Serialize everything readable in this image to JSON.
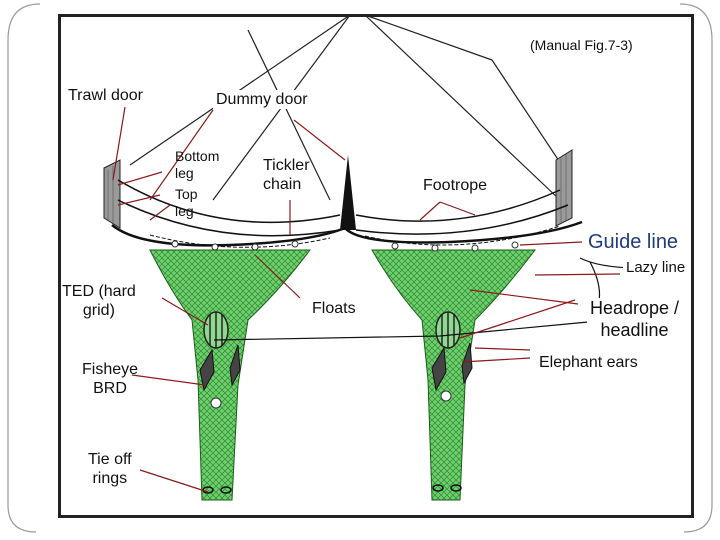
{
  "figure": {
    "caption": "(Manual Fig.7-3)",
    "labels": {
      "trawl_door": "Trawl door",
      "dummy_door": "Dummy door",
      "bottom_leg": "Bottom\nleg",
      "top_leg": "Top\nleg",
      "tickler_chain": "Tickler\nchain",
      "footrope": "Footrope",
      "guide_line": "Guide line",
      "lazy_line": "Lazy line",
      "ted": "TED (hard\ngrid)",
      "floats": "Floats",
      "headrope": "Headrope /\nheadline",
      "elephant_ears": "Elephant ears",
      "fisheye_brd": "Fisheye\nBRD",
      "tie_off_rings": "Tie off\nrings"
    }
  },
  "colors": {
    "net_green": "#6fcf6f",
    "net_mesh": "#2e8b2e",
    "line": "#222222",
    "pointer": "#8b1a1a",
    "door_gray": "#9a9a9a"
  }
}
